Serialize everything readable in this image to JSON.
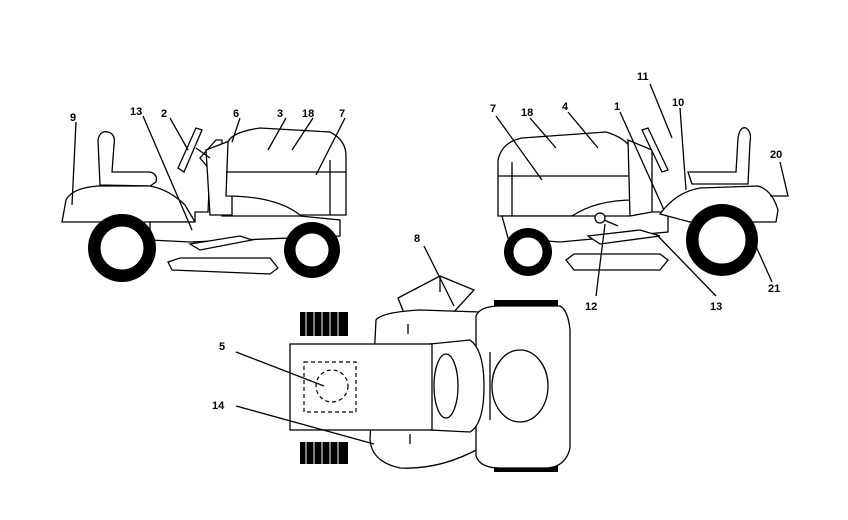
{
  "labels": {
    "l9_left": "9",
    "l13_left": "13",
    "l2": "2",
    "l6": "6",
    "l3": "3",
    "l18_left": "18",
    "l7_left": "7",
    "l7_right": "7",
    "l18_right": "18",
    "l4": "4",
    "l1": "1",
    "l11": "11",
    "l10": "10",
    "l20": "20",
    "l12": "12",
    "l13_right": "13",
    "l21": "21",
    "l8": "8",
    "l5": "5",
    "l14": "14"
  }
}
